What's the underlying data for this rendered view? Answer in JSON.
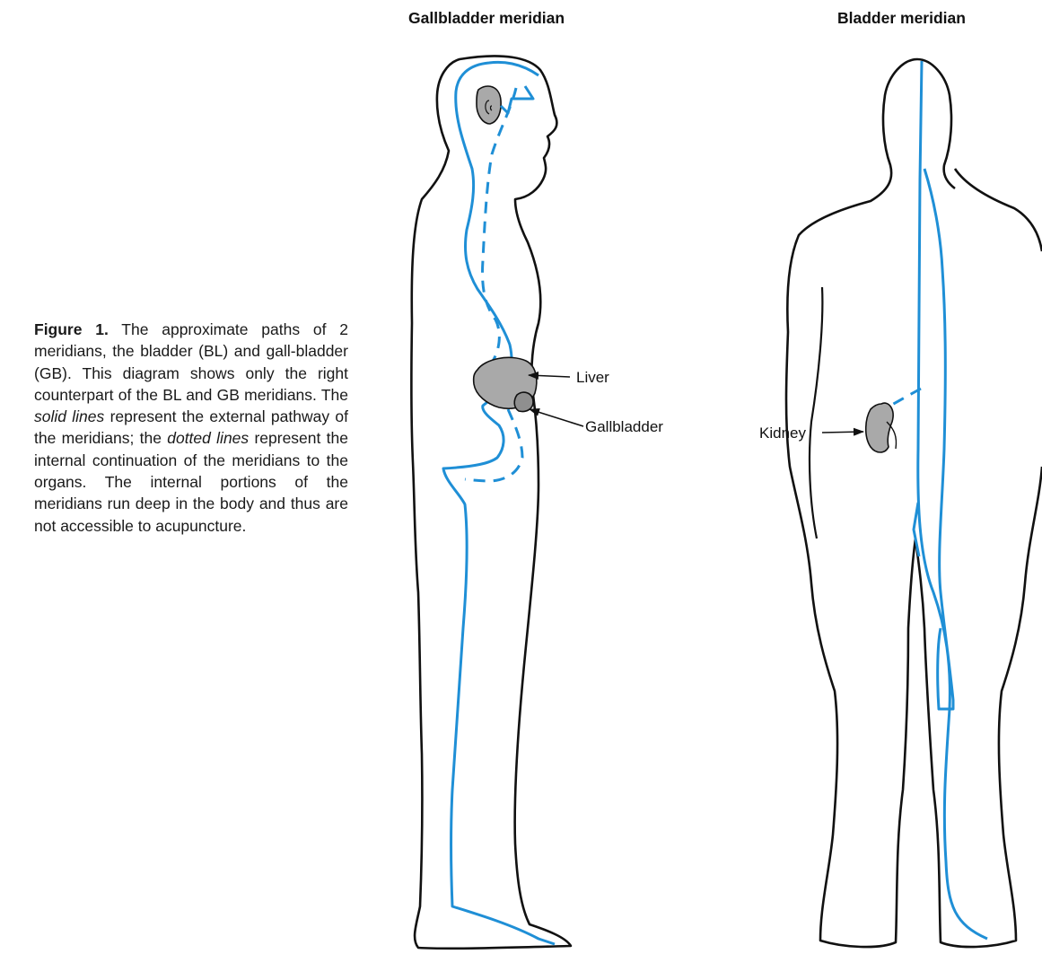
{
  "caption": {
    "figure_label": "Figure 1.",
    "text_1": " The approximate paths of 2 meridians, the bladder (BL) and gall-bladder (GB). This diagram shows only the right counterpart of the BL and GB meridians. The ",
    "solid_lines": "solid lines",
    "text_2": " represent the external pathway of the meridians; the ",
    "dotted_lines": "dotted lines",
    "text_3": " represent the internal continuation of the meridians to the organs. The internal portions of the meridians run deep in the body and thus are not accessible to acupuncture."
  },
  "panels": {
    "gallbladder_title": "Gallbladder meridian",
    "bladder_title": "Bladder meridian"
  },
  "labels": {
    "liver": "Liver",
    "gallbladder": "Gallbladder",
    "kidney": "Kidney"
  },
  "colors": {
    "meridian": "#1f8fd6",
    "organ": "#a9a9a9",
    "outline": "#111111"
  }
}
